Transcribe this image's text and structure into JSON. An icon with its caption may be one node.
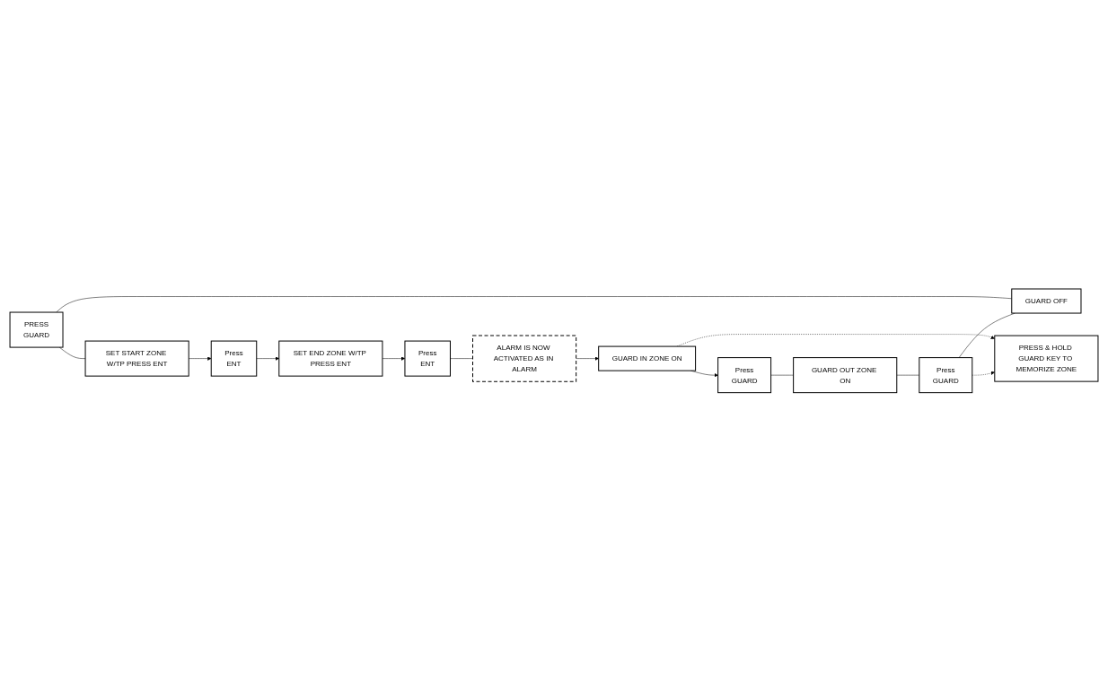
{
  "diagram": {
    "nodes": [
      {
        "text": [
          "PRESS",
          "GUARD"
        ]
      },
      {
        "text": [
          "SET START ZONE W/TP PRESS ENT"
        ]
      },
      {
        "text": [
          "Press",
          "ENT"
        ]
      },
      {
        "text": [
          "SET END ZONE W/TP PRESS ENT"
        ]
      },
      {
        "text": [
          "Press",
          "ENT"
        ]
      },
      {
        "text": [
          "ALARM IS NOW ACTIVATED AS IN ALARM"
        ]
      },
      {
        "text": [
          "GUARD IN ZONE ON"
        ]
      },
      {
        "text": [
          "Press",
          "GUARD"
        ]
      },
      {
        "text": [
          "GUARD OUT ZONE ON"
        ]
      },
      {
        "text": [
          "Press",
          "GUARD"
        ]
      },
      {
        "text": [
          "GUARD OFF"
        ]
      },
      {
        "text": [
          "PRESS & HOLD GUARD KEY TO MEMORIZE ZONE"
        ]
      }
    ],
    "edges": [
      {
        "from": 0,
        "to": 1,
        "arrow": "none"
      },
      {
        "from": 1,
        "to": 2,
        "arrow": "to"
      },
      {
        "from": 2,
        "to": 3,
        "arrow": "to"
      },
      {
        "from": 3,
        "to": 4,
        "arrow": "to"
      },
      {
        "from": 4,
        "to": 5,
        "arrow": "none"
      },
      {
        "from": 5,
        "to": 6,
        "arrow": "to"
      },
      {
        "from": 6,
        "to": 7,
        "arrow": "to"
      },
      {
        "from": 7,
        "to": 8,
        "arrow": "none"
      },
      {
        "from": 8,
        "to": 9,
        "arrow": "none"
      },
      {
        "from": 9,
        "to": 10,
        "arrow": "none"
      },
      {
        "from": 10,
        "to": 0,
        "arrow": "none"
      },
      {
        "from": 9,
        "to": 11,
        "arrow": "to",
        "style": "dashed"
      },
      {
        "from": 6,
        "to": 11,
        "arrow": "to",
        "style": "dashed"
      }
    ]
  }
}
